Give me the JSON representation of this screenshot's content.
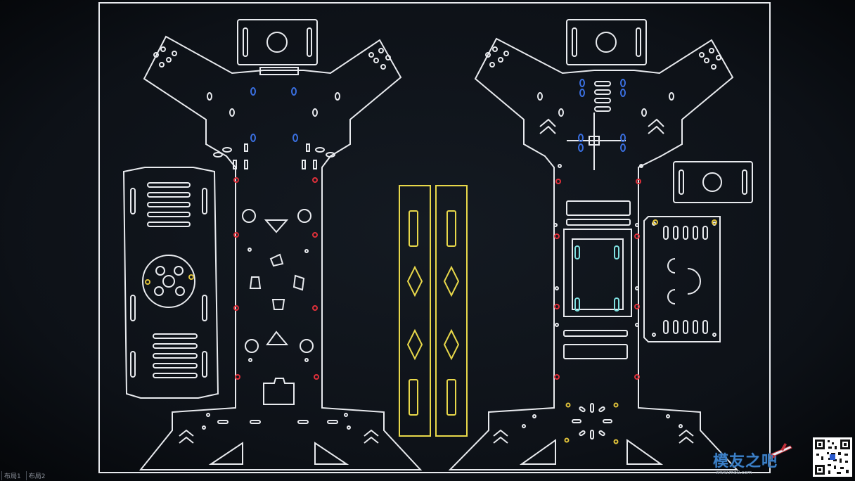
{
  "screen": {
    "canvas_bg": "#0d1015",
    "stroke_white": "#e8eaee",
    "stroke_yellow": "#e8d84a",
    "stroke_cyan": "#7fe0e0",
    "dot_red": "#e0303a",
    "dot_blue": "#3a6fe0",
    "dot_yellow": "#e0c23a"
  },
  "layout_tabs": [
    "布局1",
    "布局2"
  ],
  "watermark": {
    "text": "模友之吧",
    "url": "www.mo8.com",
    "plane_icon": "airplane-icon",
    "qr_icon": "qr-code-icon"
  }
}
